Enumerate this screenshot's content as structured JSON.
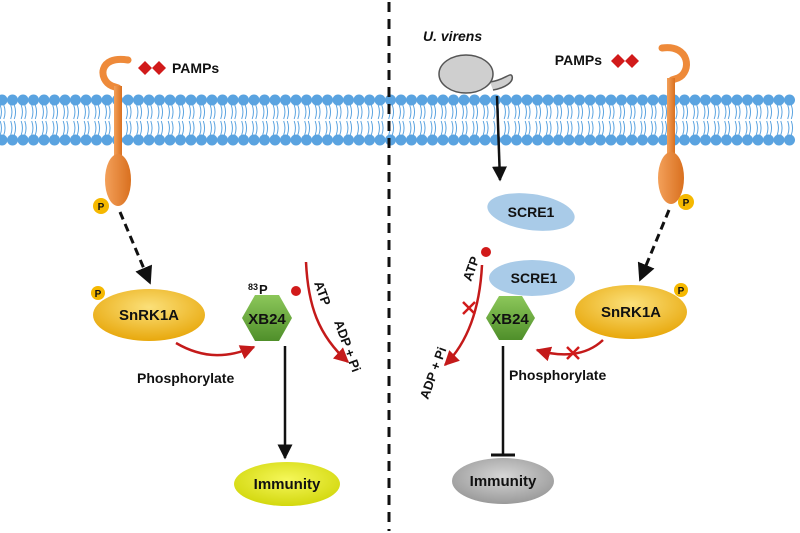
{
  "left_panel": {
    "ligand_label": "PAMPs",
    "phospho_mark": "P",
    "kinase_label": "SnRK1A",
    "kinase_phospho_mark": "P",
    "substrate_label": "XB24",
    "substrate_site_superscript": "83",
    "substrate_site_mark": "P",
    "atp_label": "ATP",
    "products_label": "ADP + Pi",
    "process_label": "Phosphorylate",
    "outcome_label": "Immunity"
  },
  "right_panel": {
    "pathogen_label": "U. virens",
    "ligand_label": "PAMPs",
    "phospho_mark": "P",
    "effector_label": "SCRE1",
    "effector_bound_label": "SCRE1",
    "atp_label": "ATP",
    "products_label": "ADP + Pi",
    "substrate_label": "XB24",
    "kinase_label": "SnRK1A",
    "kinase_phospho_mark": "P",
    "process_label": "Phosphorylate",
    "outcome_label": "Immunity"
  },
  "colors": {
    "receptor": "#ee8a3a",
    "pamp": "#d11a1a",
    "membrane_head": "#5aa3e0",
    "phospho": "#f5b800",
    "kinase": "#f2c21a",
    "substrate": "#6fae3f",
    "effector": "#a9cbe8",
    "immunity_active": "#e6ec1e",
    "immunity_inactive": "#b5b5b5",
    "red_arrow": "#c41a1a",
    "black_arrow": "#111111",
    "pathogen": "#cfcfcf"
  },
  "icons": {
    "receptor": "receptor-icon",
    "pamp": "diamond-icon",
    "pathogen": "fungal-spore-icon",
    "inhibition": "x-mark-icon"
  }
}
